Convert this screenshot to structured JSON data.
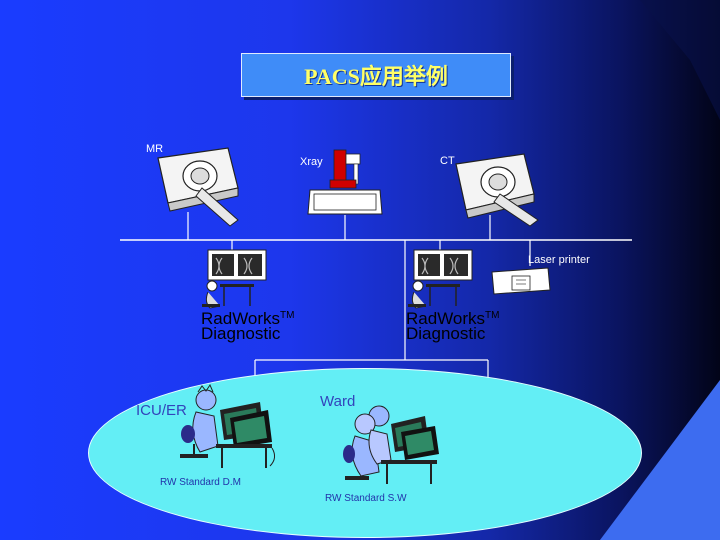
{
  "title": "PACS应用举例",
  "network": {
    "mr_label": "MR",
    "xray_label": "Xray",
    "ct_label": "CT",
    "printer_label": "Laser printer"
  },
  "workstations": [
    {
      "name": "Rad",
      "name_b": "Works",
      "sup": "TM",
      "sub": "Diagnostic"
    },
    {
      "name": "Rad",
      "name_b": "Works",
      "sup": "TM",
      "sub": "Diagnostic"
    }
  ],
  "ward_area": {
    "icu_label": "ICU/ER",
    "ward_label": "Ward",
    "left_caption": "RW Standard  D.M",
    "right_caption": "RW Standard S.W"
  },
  "colors": {
    "background_left": "#1a3cff",
    "background_right": "#020418",
    "title_box": "#3f8cf8",
    "title_text": "#ffff66",
    "ellipse": "#63eef5",
    "stripe": "#3d6cf0"
  }
}
